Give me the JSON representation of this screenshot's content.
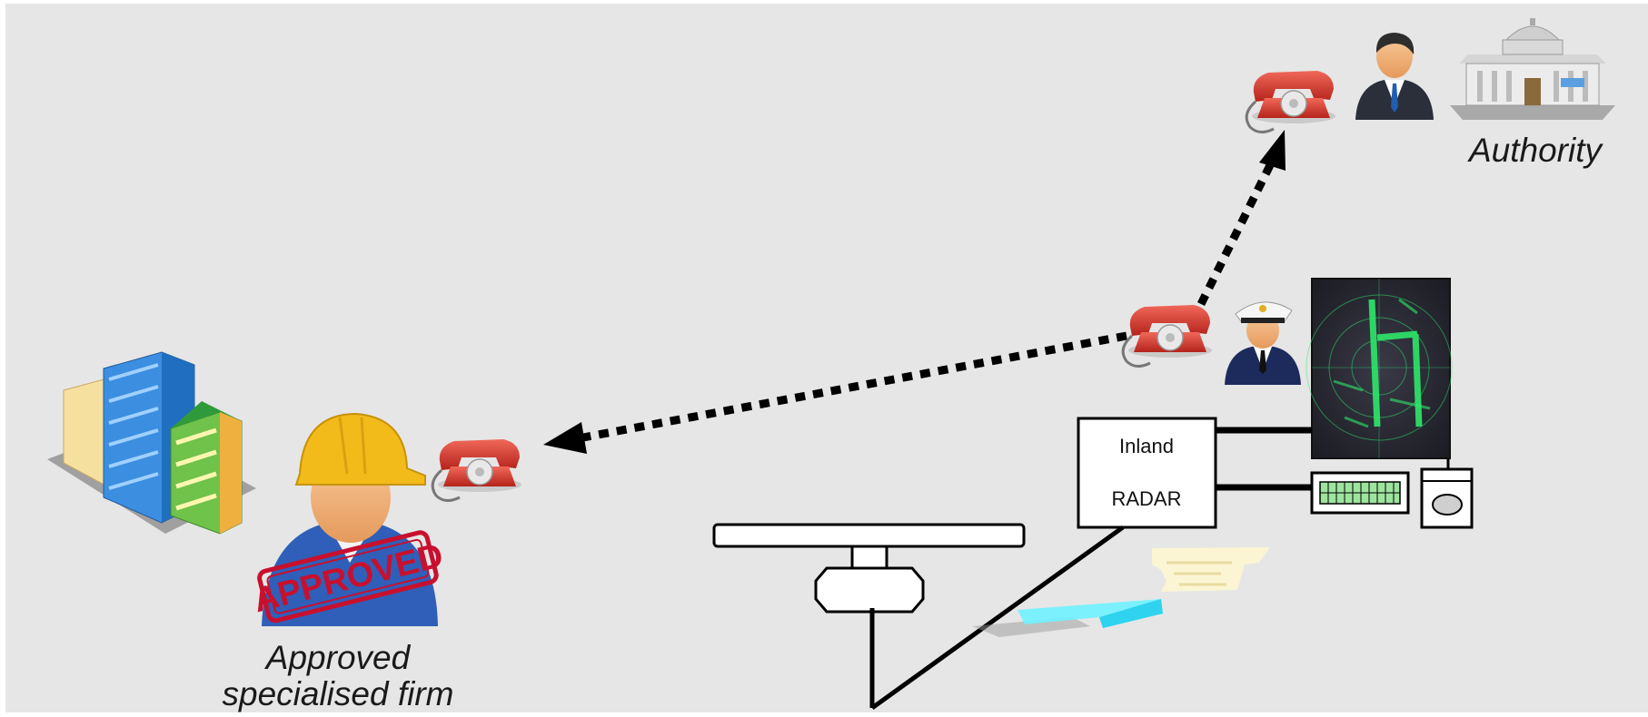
{
  "labels": {
    "authority": "Authority",
    "firm_line1": "Approved",
    "firm_line2": "specialised firm",
    "radar_line1": "Inland",
    "radar_line2": "RADAR",
    "stamp": "APPROVED"
  },
  "colors": {
    "background": "#e6e6e6",
    "phone": "#d9352a",
    "helmet": "#f2bb1a",
    "radar_screen": "#2b2b35",
    "radar_echo": "#2ee86a",
    "stamp": "#c8102e",
    "arrow": "#000000"
  },
  "icons": [
    "telephone-icon",
    "businessman-icon",
    "government-building-icon",
    "captain-icon",
    "worker-icon",
    "buildings-icon",
    "radar-display-icon",
    "keyboard-icon",
    "control-unit-icon",
    "radar-antenna-icon",
    "vessel-icon"
  ]
}
